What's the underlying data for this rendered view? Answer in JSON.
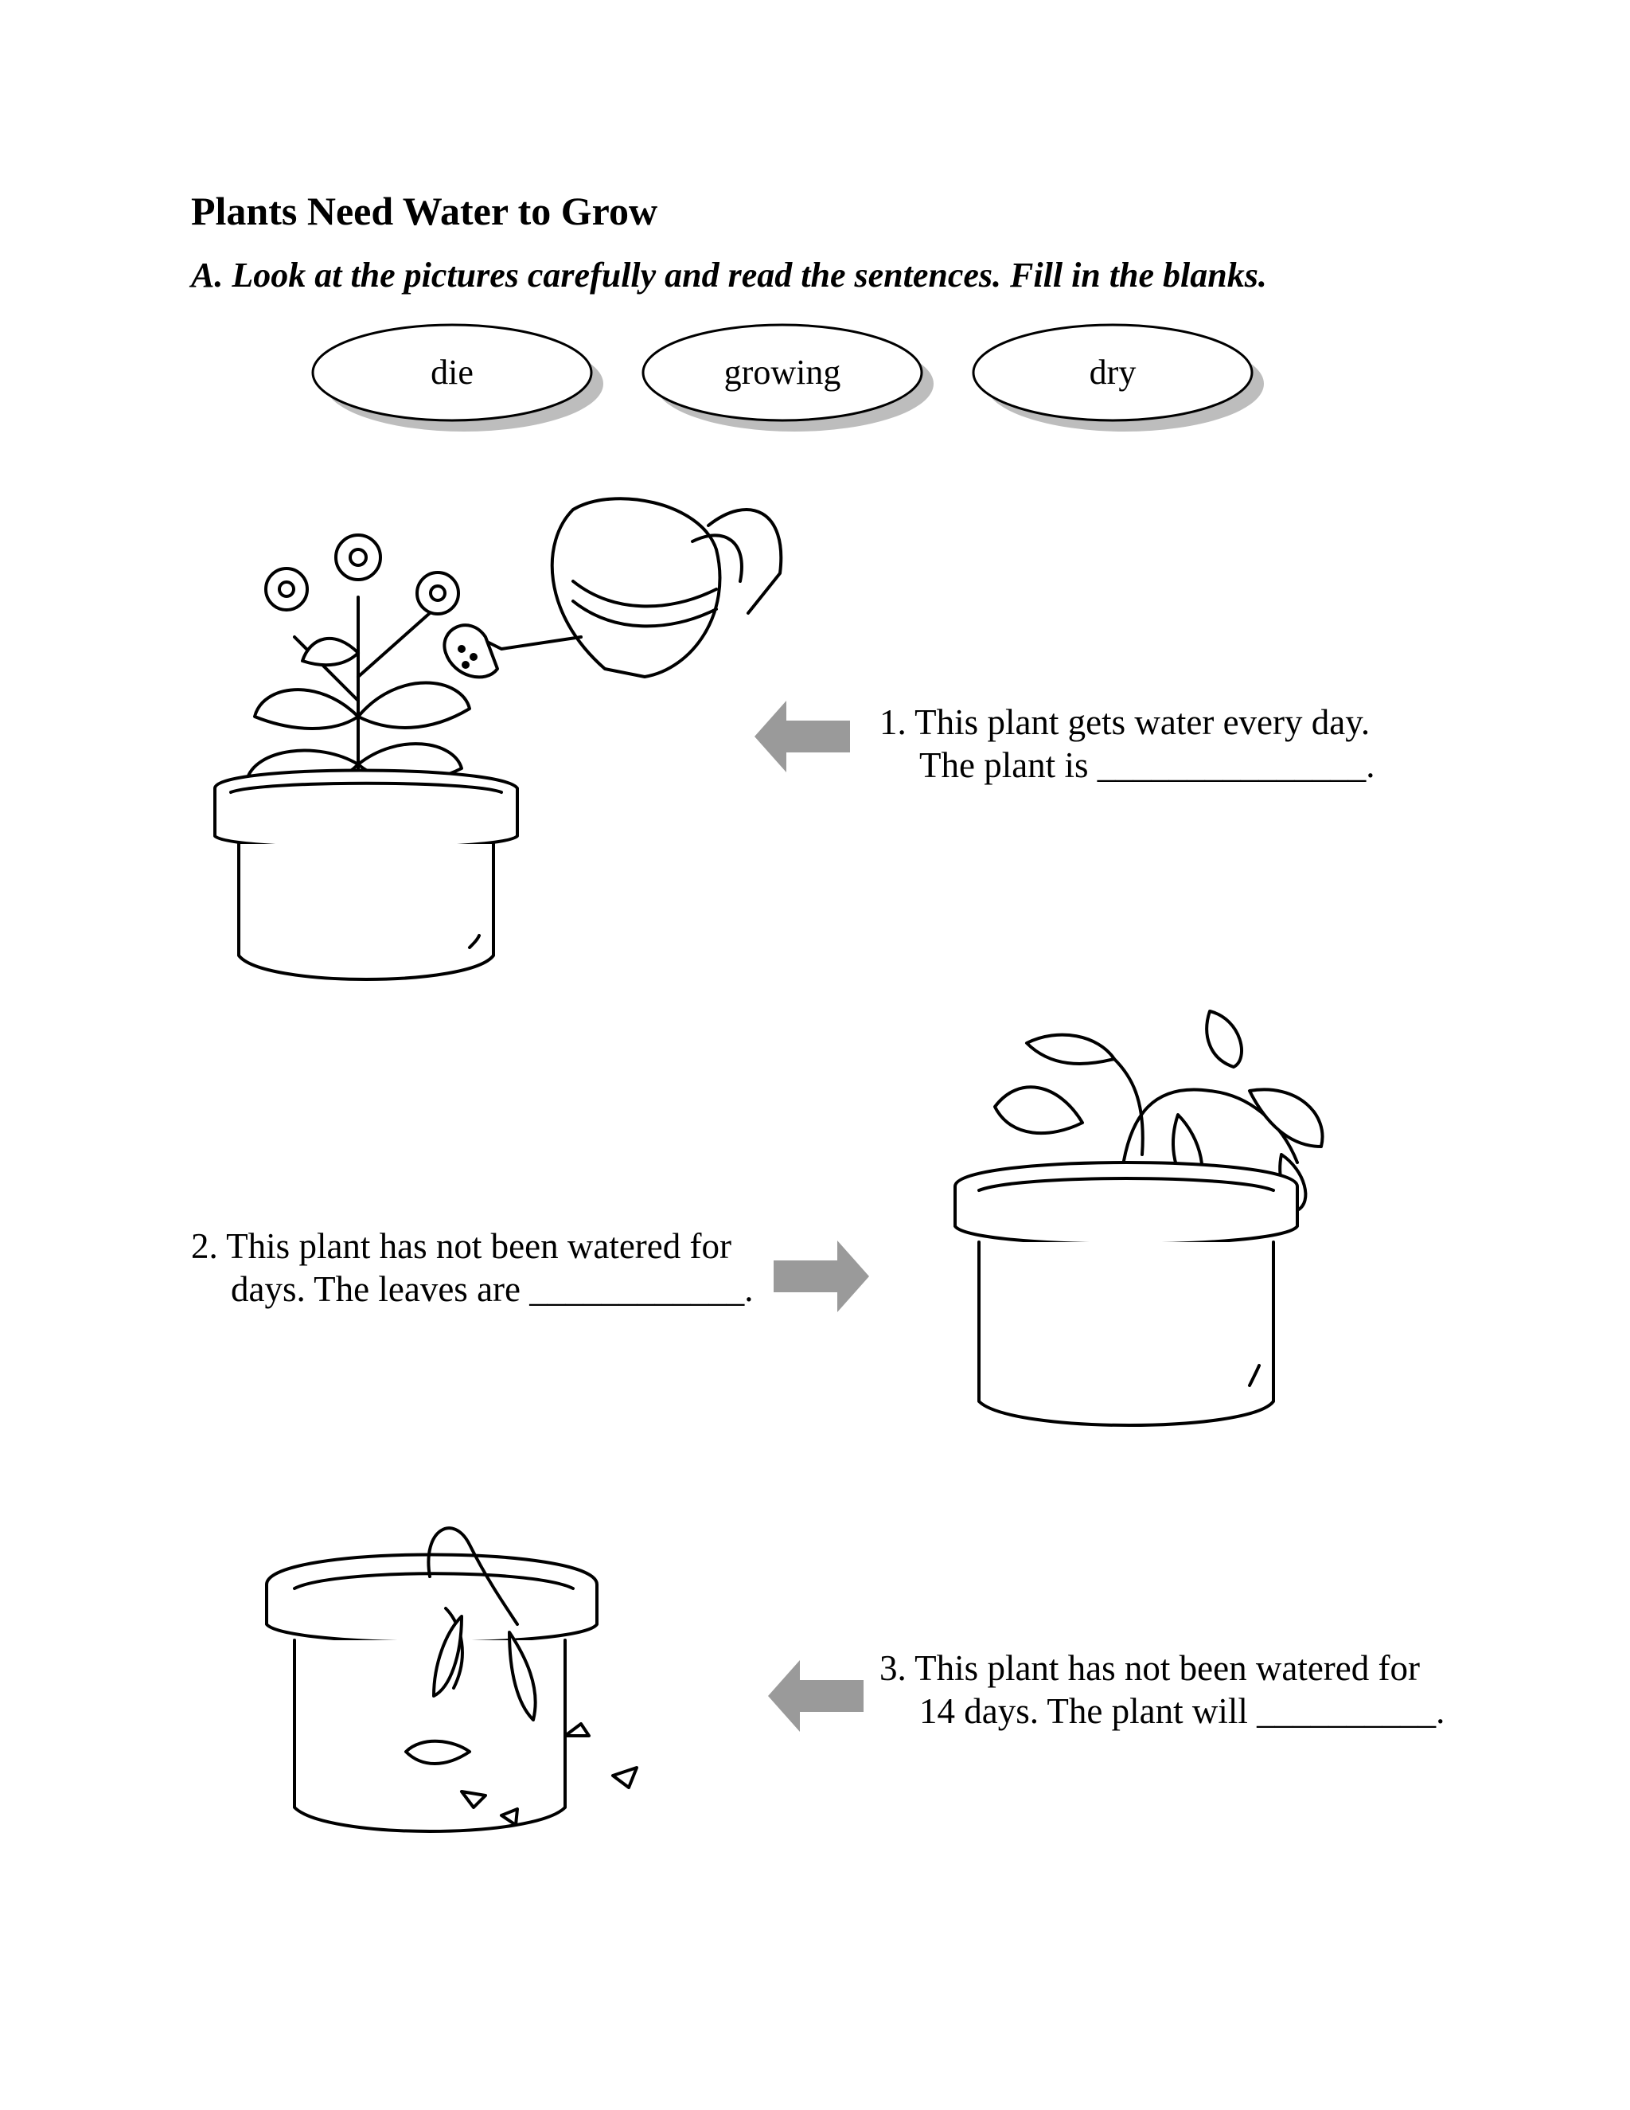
{
  "title": "Plants Need Water to Grow",
  "instructions": "A. Look at the pictures carefully and read the sentences. Fill in the blanks.",
  "word_bank": [
    "die",
    "growing",
    "dry"
  ],
  "items": [
    {
      "line1": "1. This plant gets water every day.",
      "line2": "The plant is _______________."
    },
    {
      "line1": "2. This plant has not been watered for",
      "line2": "days. The leaves are ____________."
    },
    {
      "line1": "3. This plant has not been watered for",
      "line2": "14 days. The plant will __________."
    }
  ],
  "colors": {
    "arrow": "#9a9a9a",
    "shadow": "#bdbdbd",
    "ink": "#000000"
  },
  "icons": {
    "item1_picture": "watered-flower-pot-icon",
    "item2_picture": "drooping-plant-pot-icon",
    "item3_picture": "dead-plant-pot-icon",
    "arrow": "thick-arrow-icon"
  }
}
